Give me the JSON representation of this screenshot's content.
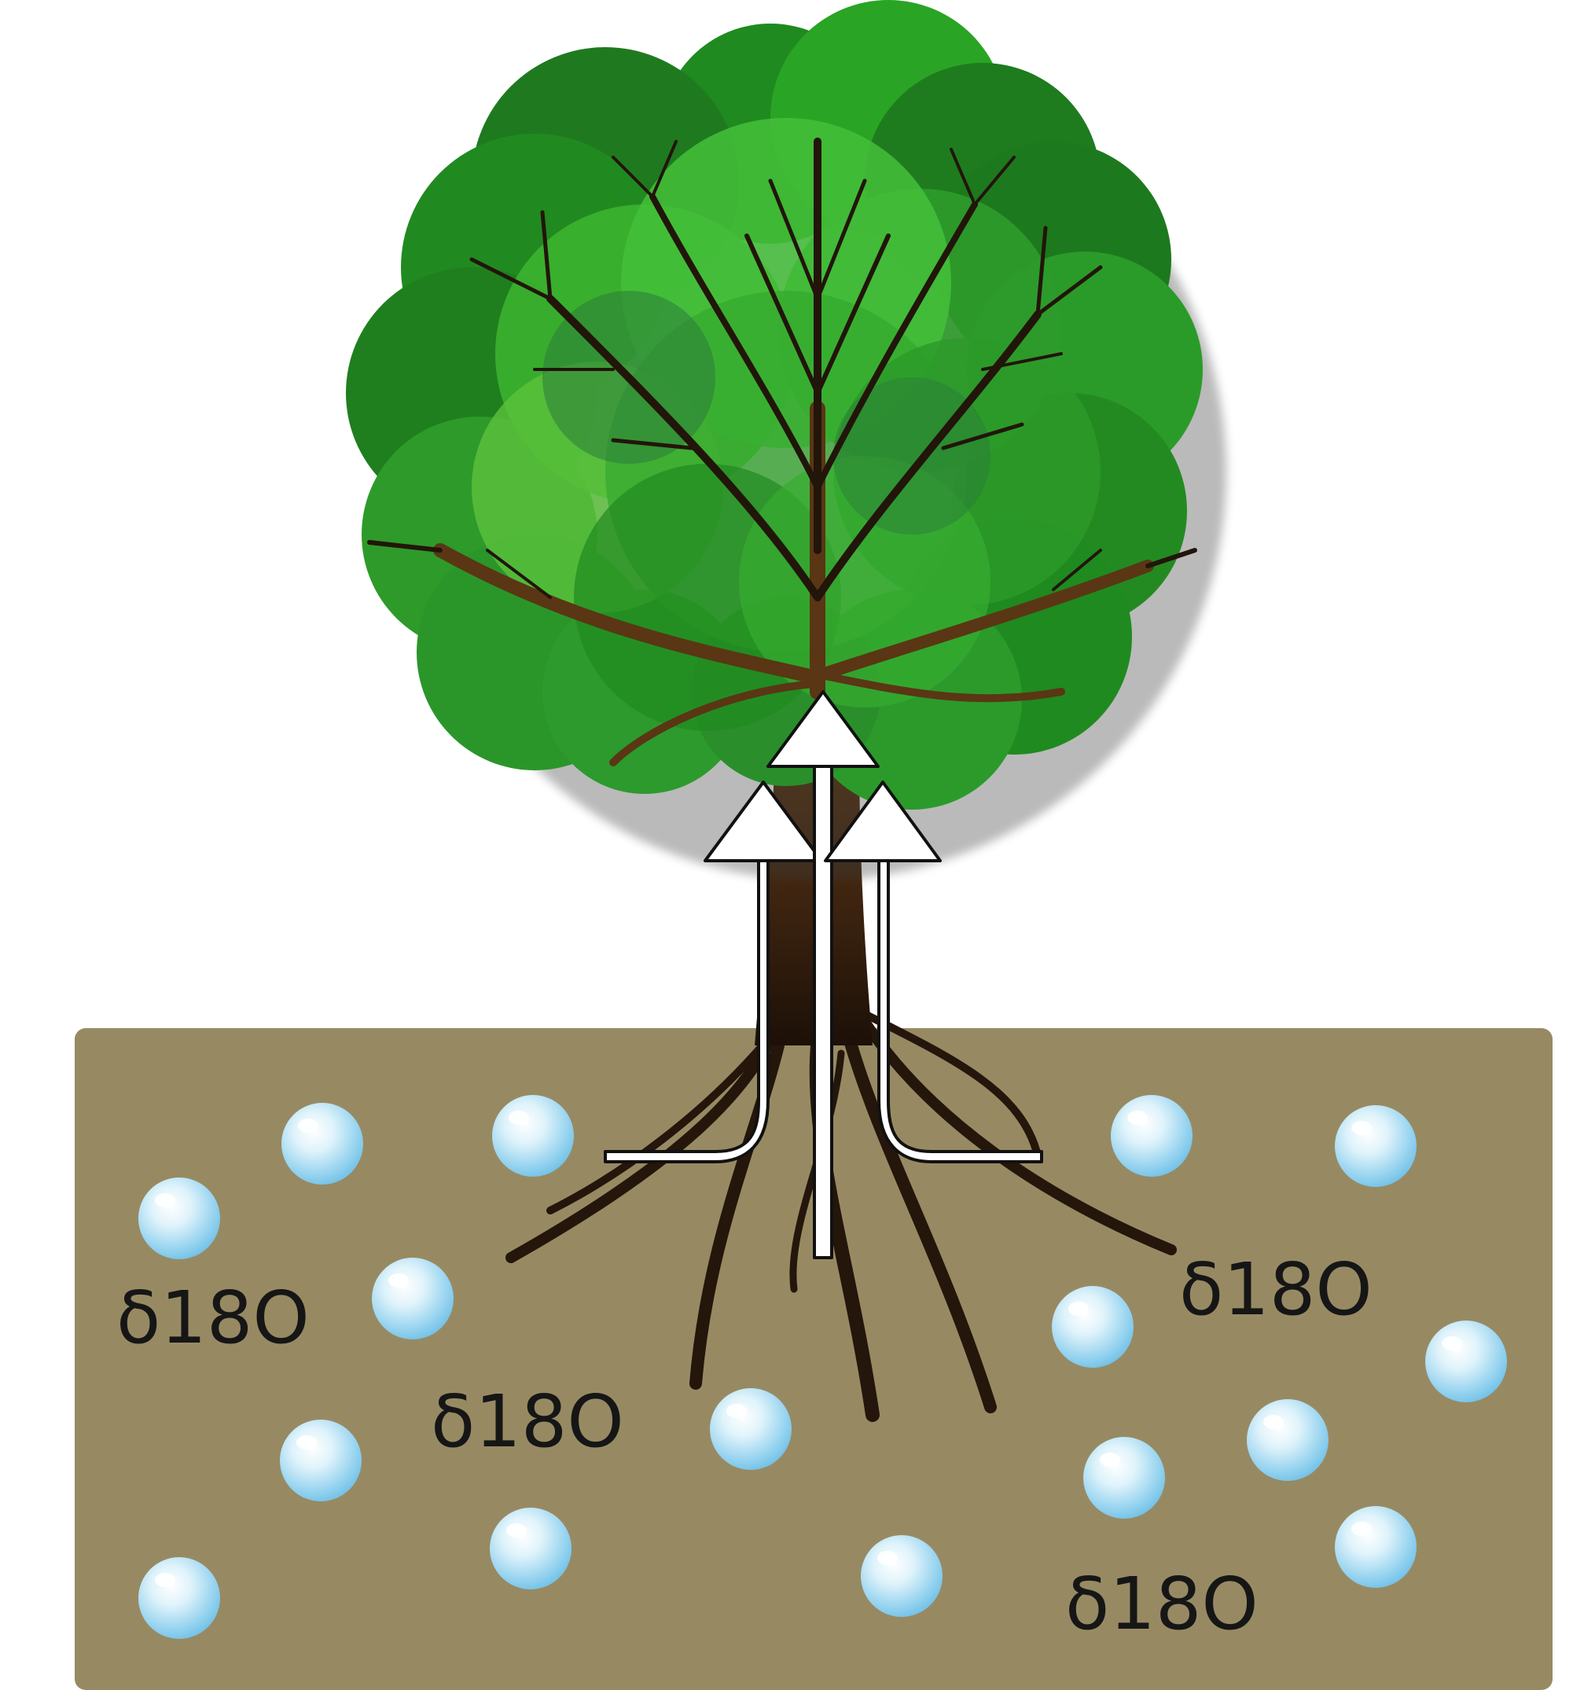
{
  "diagram": {
    "labels": [
      "δ18O",
      "δ18O",
      "δ18O",
      "δ18O"
    ],
    "colors": {
      "soil": "#978a63",
      "canopy_dark": "#1f7a1f",
      "canopy_mid": "#2e9a2a",
      "canopy_light": "#4dc23f",
      "branch": "#2a1a0c",
      "trunk": "#4a2c10",
      "arrow_fill": "#ffffff",
      "arrow_stroke": "#111111",
      "droplet": "#bfe6f7"
    },
    "icons": [
      "tree-icon",
      "water-droplet-icon",
      "upward-arrow-icon"
    ]
  }
}
